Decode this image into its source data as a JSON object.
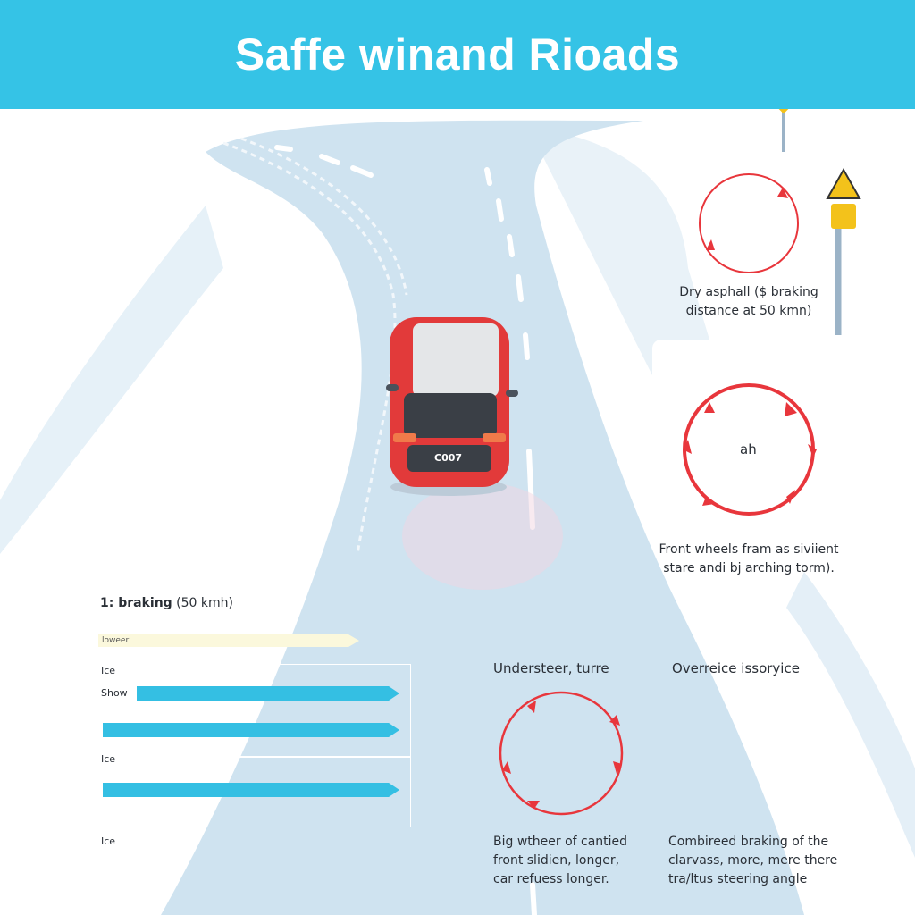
{
  "header": {
    "title": "Saffe winand Rioads"
  },
  "car": {
    "badge": "C007"
  },
  "colors": {
    "header": "#35c3e6",
    "road": "#cfe3f0",
    "car": "#e23a3a",
    "circle": "#e8363c",
    "bar": "#34bfe3",
    "bar_highlight": "#fbf8dc"
  },
  "panels": {
    "dry_asphalt": {
      "caption": "Dry asphall ($ braking distance at 50 kmn)"
    },
    "front_wheels": {
      "center_label": "ah",
      "caption": "Front wheels fram as siviient stare andi bj arching torm)."
    },
    "understeer": {
      "heading": "Understeer, turre",
      "caption": "Big wtheer of cantied front slidien, longer, car refuess longer."
    },
    "oversteer": {
      "heading": "Overreice issoryice",
      "caption": "Combireed braking of the clarvass, more, mere there tra/ltus steering angle"
    }
  },
  "braking": {
    "title_bold": "1: braking",
    "title_rest": "(50 kmh)",
    "bars": [
      {
        "label": "loweer",
        "type": "highlight"
      },
      {
        "label": "Show",
        "type": "blue"
      },
      {
        "label": "",
        "type": "blue"
      },
      {
        "label": "",
        "type": "blue"
      }
    ],
    "row_labels": [
      "Ice",
      "Ice",
      "Ice"
    ]
  }
}
